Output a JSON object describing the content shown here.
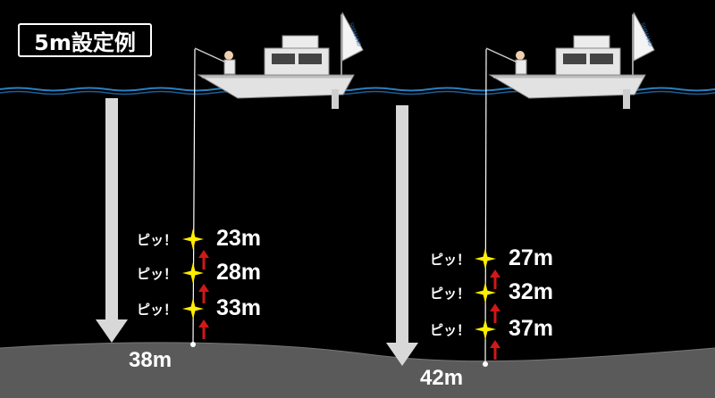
{
  "title": "5m設定例",
  "colors": {
    "background": "#000000",
    "seabed": "#5a5a5a",
    "water_line": "#2a7fc0",
    "arrow": "#d8d8d8",
    "up_arrow": "#d01818",
    "star": "#ffee00",
    "boat": "#e2e2e2"
  },
  "brand_on_sail": "SHIMANO",
  "scenarios": [
    {
      "bottom_depth": "38m",
      "markers": [
        {
          "beep": "ピッ！",
          "depth": "23m"
        },
        {
          "beep": "ピッ！",
          "depth": "28m"
        },
        {
          "beep": "ピッ！",
          "depth": "33m"
        }
      ]
    },
    {
      "bottom_depth": "42m",
      "markers": [
        {
          "beep": "ピッ！",
          "depth": "27m"
        },
        {
          "beep": "ピッ！",
          "depth": "32m"
        },
        {
          "beep": "ピッ！",
          "depth": "37m"
        }
      ]
    }
  ]
}
